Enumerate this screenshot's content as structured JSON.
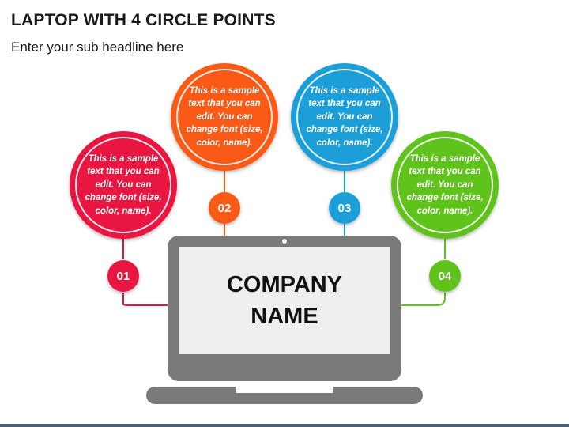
{
  "slide": {
    "title": "LAPTOP WITH 4 CIRCLE POINTS",
    "subtitle": "Enter your sub headline here"
  },
  "laptop": {
    "screen_text": "COMPANY\nNAME",
    "body_color": "#7a7a7a",
    "screen_color": "#eeeeee"
  },
  "points": [
    {
      "number": "01",
      "text": "This is a sample text that you can edit. You can change font (size, color, name).",
      "color": "#e8123f"
    },
    {
      "number": "02",
      "text": "This is a sample text that you can edit. You can change font (size, color, name).",
      "color": "#fa5a14"
    },
    {
      "number": "03",
      "text": "This is a sample text that you can edit. You can change font (size, color, name).",
      "color": "#1a9fd8"
    },
    {
      "number": "04",
      "text": "This is a sample text that you can edit. You can change font (size, color, name).",
      "color": "#5fc31e"
    }
  ]
}
